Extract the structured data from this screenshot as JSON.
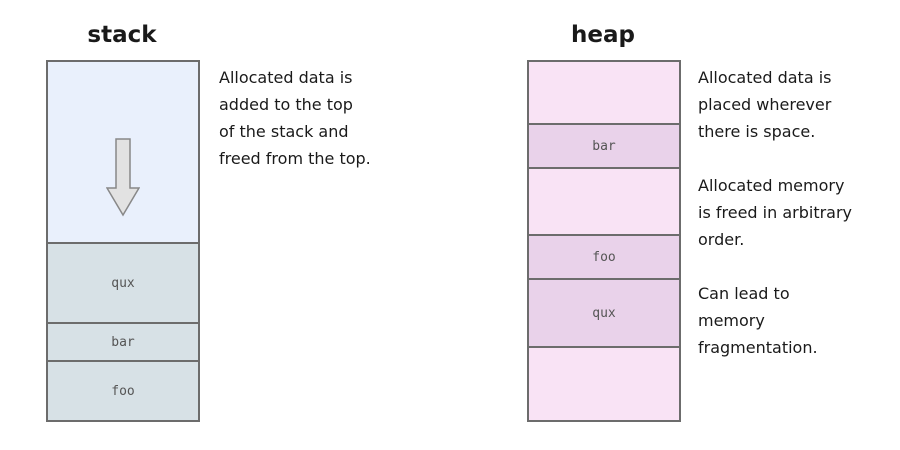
{
  "colors": {
    "border": "#6c6c6c",
    "stack_free": "#e9f0fc",
    "stack_used": "#d7e1e6",
    "heap_free": "#f9e3f5",
    "heap_used": "#e9d2ea",
    "arrow_fill": "#e2e2e2",
    "arrow_stroke": "#888888"
  },
  "stack": {
    "title": "stack",
    "blocks": [
      {
        "label": "",
        "used": false
      },
      {
        "label": "qux",
        "used": true
      },
      {
        "label": "bar",
        "used": true
      },
      {
        "label": "foo",
        "used": true
      }
    ],
    "description": [
      "Allocated data is",
      "added to the top",
      "of the stack and",
      "freed from the top."
    ],
    "arrow_icon": "down-arrow-icon"
  },
  "heap": {
    "title": "heap",
    "blocks": [
      {
        "label": "",
        "used": false
      },
      {
        "label": "bar",
        "used": true
      },
      {
        "label": "",
        "used": false
      },
      {
        "label": "foo",
        "used": true
      },
      {
        "label": "qux",
        "used": true
      },
      {
        "label": "",
        "used": false
      }
    ],
    "descriptions": [
      [
        "Allocated data is",
        "placed wherever",
        "there is space."
      ],
      [
        "Allocated memory",
        "is freed in arbitrary",
        "order."
      ],
      [
        "Can lead to",
        "memory",
        "fragmentation."
      ]
    ]
  }
}
